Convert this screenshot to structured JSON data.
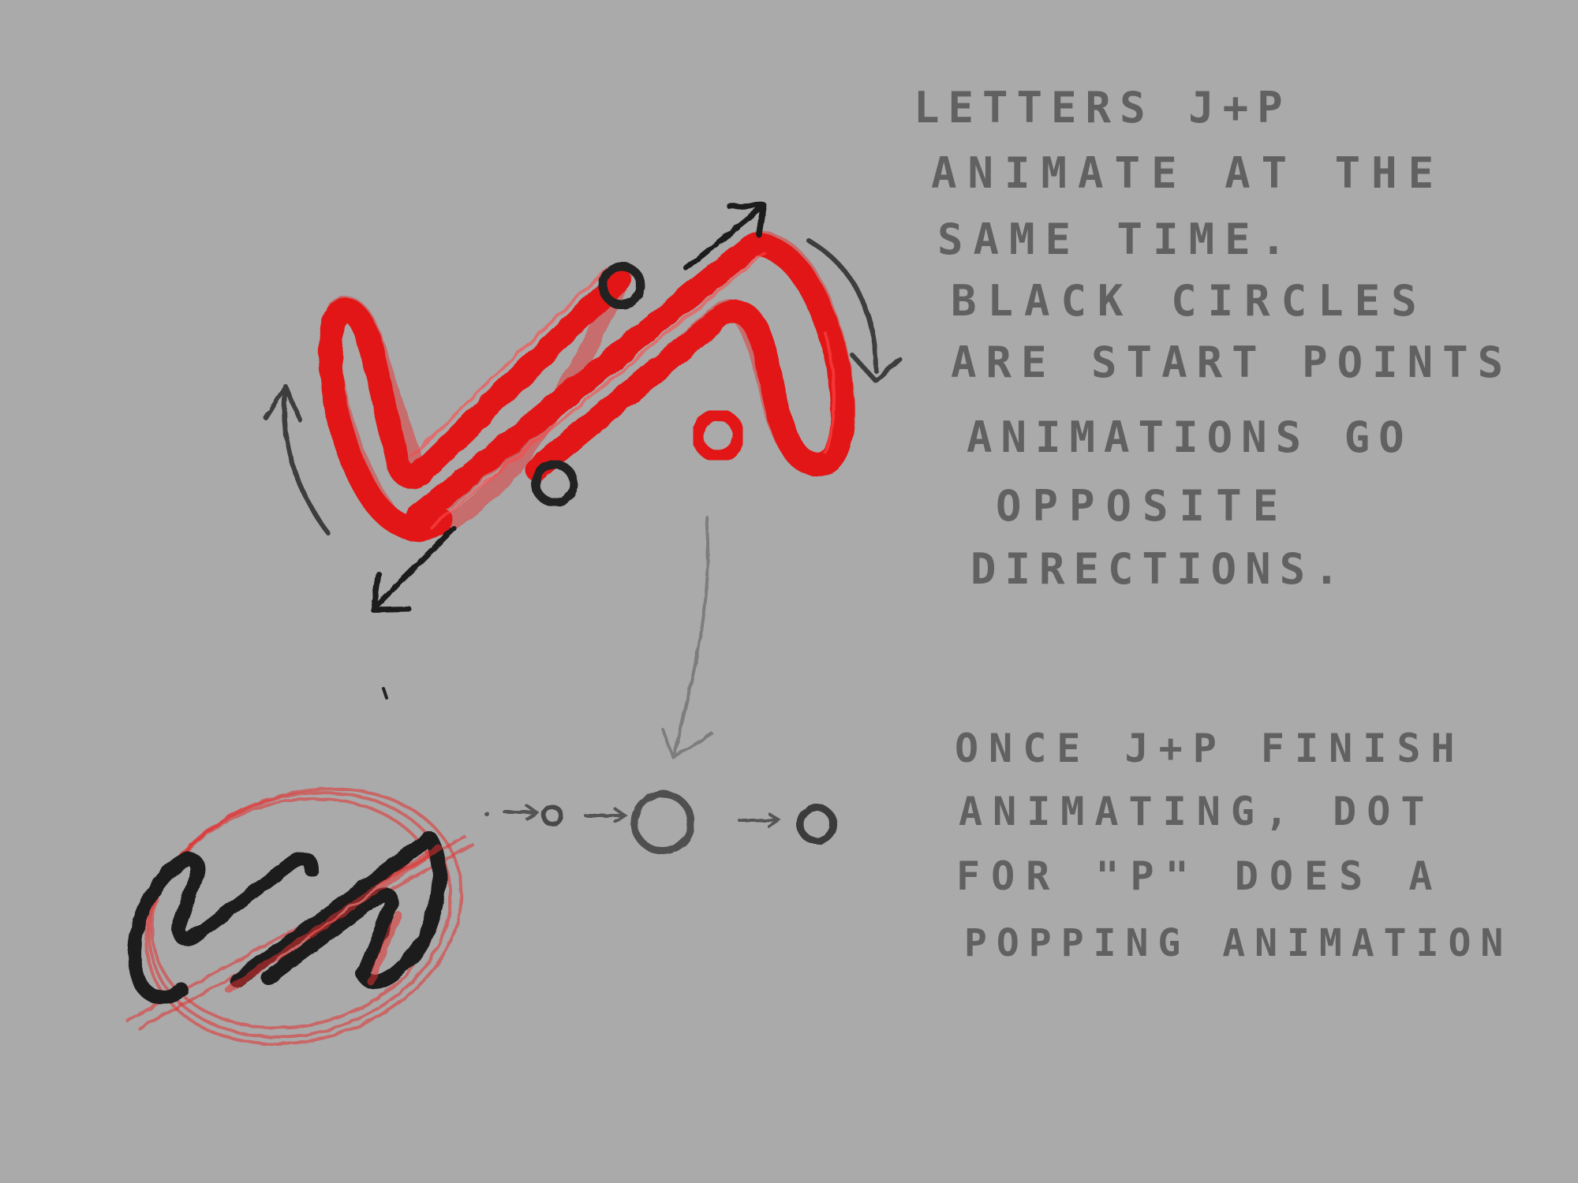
{
  "canvas": {
    "background_color": "#aaaaaa"
  },
  "colors": {
    "red_stroke": "#e21515",
    "black_stroke": "#1c1c1c",
    "gray_arrow": "#5e5e5e",
    "light_arrow": "#7d7d7d",
    "text_pencil": "#5a5a5a"
  },
  "notes": {
    "animation_sequence": {
      "lines": [
        "LETTERS J+P",
        "ANIMATE AT THE",
        "SAME TIME.",
        "BLACK CIRCLES",
        "ARE START POINTS",
        "ANIMATIONS GO",
        "OPPOSITE",
        "DIRECTIONS."
      ]
    },
    "dot_animation": {
      "lines": [
        "ONCE J+P FINISH",
        "ANIMATING, DOT",
        "FOR \"P\" DOES A",
        "POPPING ANIMATION"
      ]
    }
  }
}
